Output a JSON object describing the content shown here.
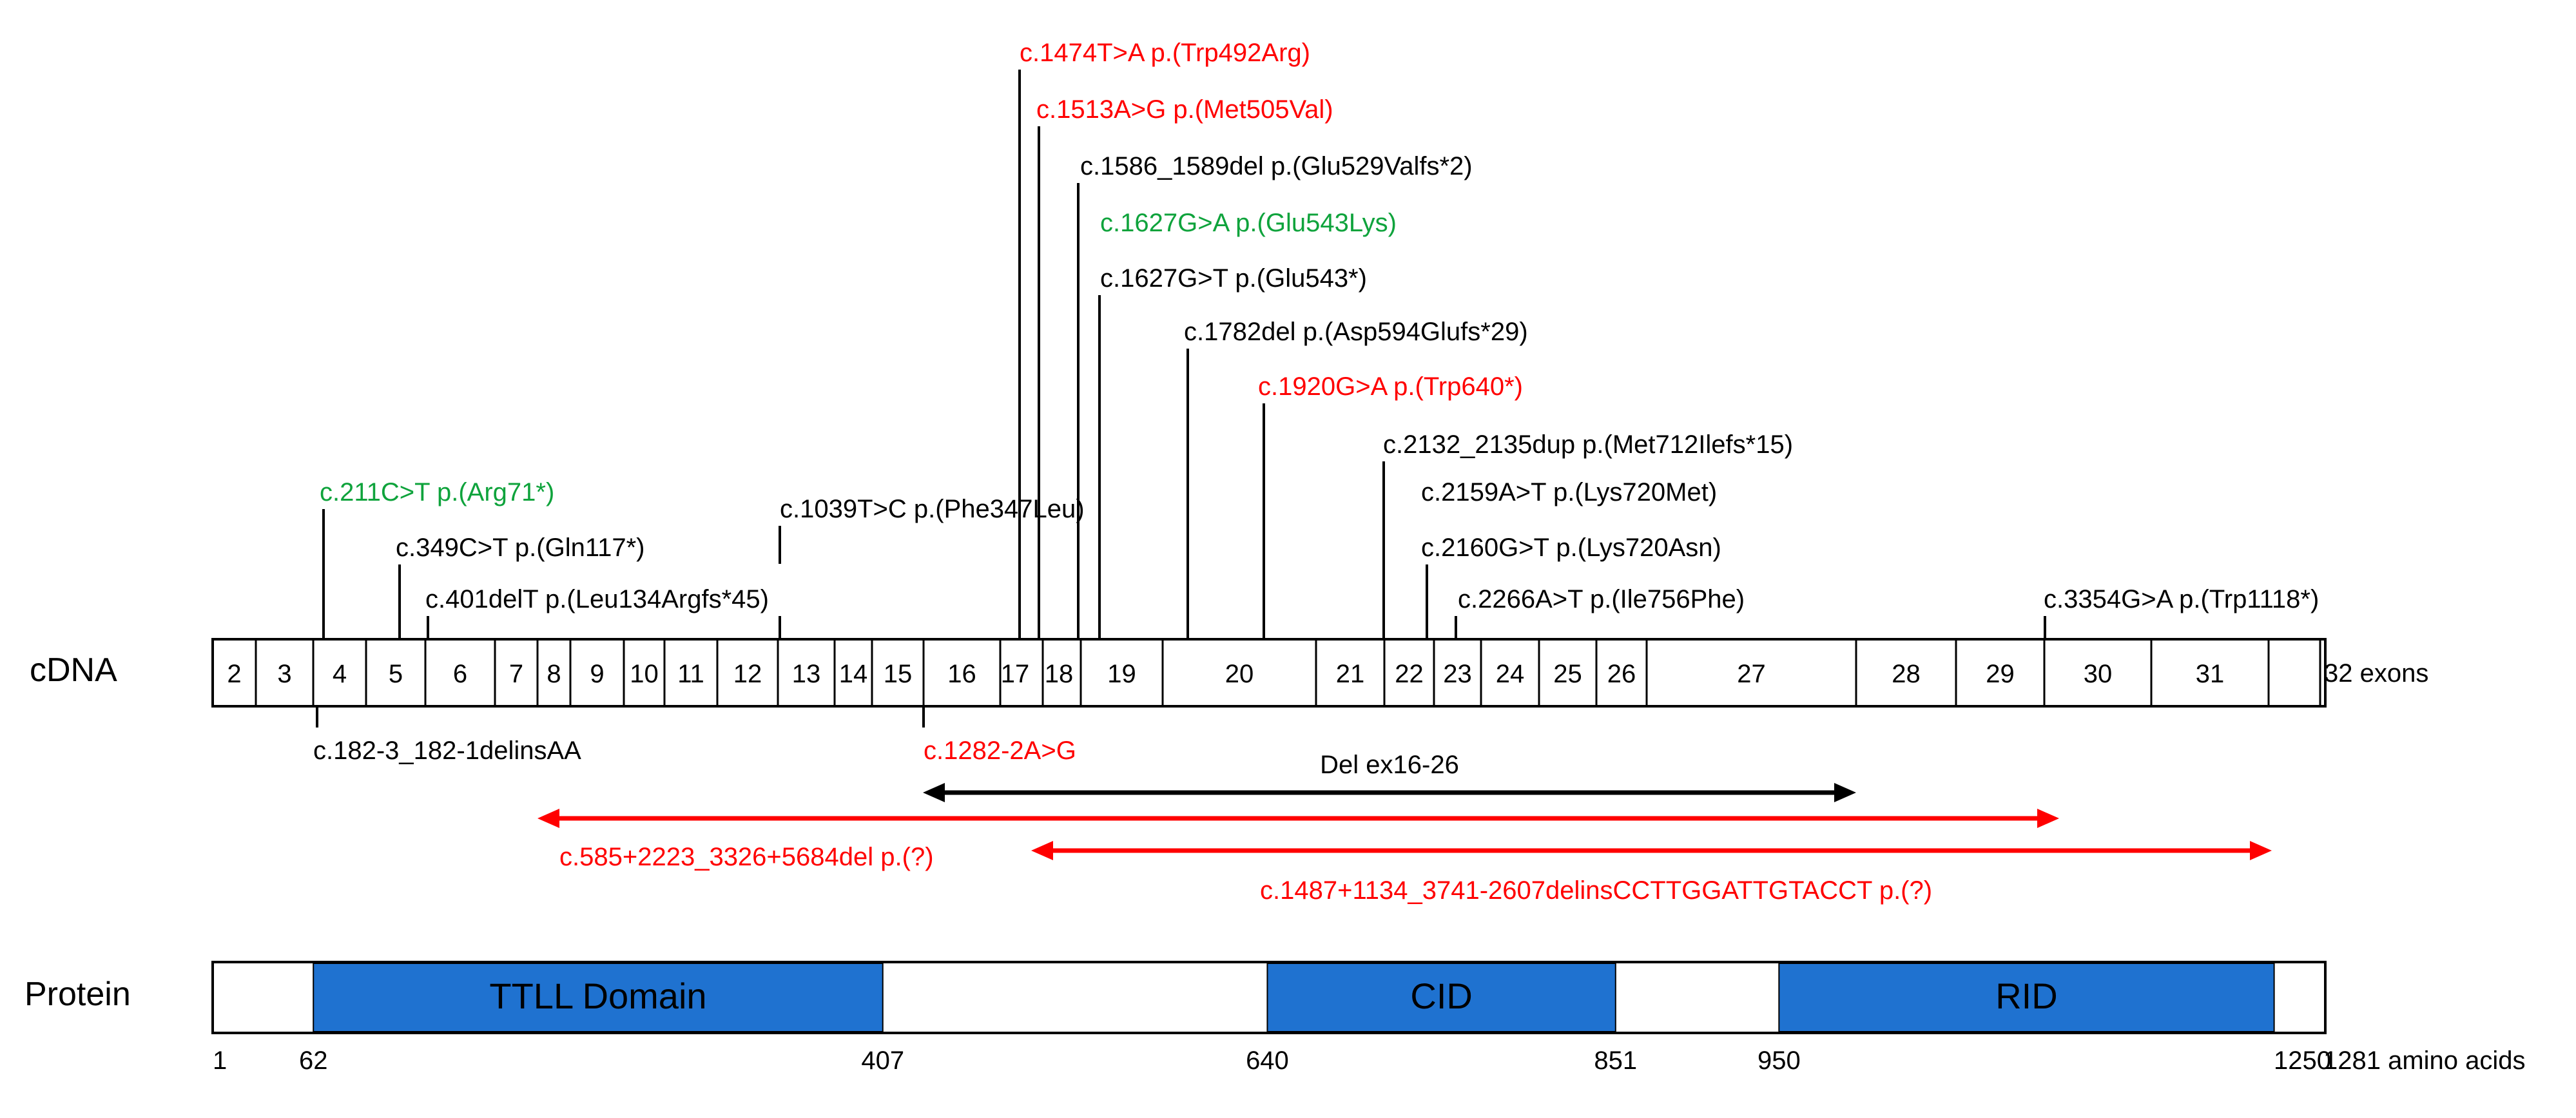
{
  "labels": {
    "cdna": "cDNA",
    "protein": "Protein",
    "exons_unit": "32 exons",
    "amino_acids_unit": "1281 amino acids"
  },
  "colors": {
    "black": "#000000",
    "red": "#ff0000",
    "green": "#0fa33c",
    "domain_blue": "#1f72d0"
  },
  "exons": [
    "2",
    "3",
    "4",
    "5",
    "6",
    "7",
    "8",
    "9",
    "10",
    "11",
    "12",
    "13",
    "14",
    "15",
    "16",
    "17",
    "18",
    "19",
    "20",
    "21",
    "22",
    "23",
    "24",
    "25",
    "26",
    "27",
    "28",
    "29",
    "30",
    "31"
  ],
  "variants_above": [
    {
      "text": "c.1474T>A p.(Trp492Arg)",
      "color": "red"
    },
    {
      "text": "c.1513A>G p.(Met505Val)",
      "color": "red"
    },
    {
      "text": "c.1586_1589del p.(Glu529Valfs*2)",
      "color": "black"
    },
    {
      "text": "c.1627G>A p.(Glu543Lys)",
      "color": "green"
    },
    {
      "text": "c.1627G>T p.(Glu543*)",
      "color": "black"
    },
    {
      "text": "c.1782del p.(Asp594Glufs*29)",
      "color": "black"
    },
    {
      "text": "c.1920G>A p.(Trp640*)",
      "color": "red"
    },
    {
      "text": "c.2132_2135dup p.(Met712Ilefs*15)",
      "color": "black"
    },
    {
      "text": "c.211C>T p.(Arg71*)",
      "color": "green"
    },
    {
      "text": "c.1039T>C p.(Phe347Leu)",
      "color": "black"
    },
    {
      "text": "c.2159A>T p.(Lys720Met)",
      "color": "black"
    },
    {
      "text": "c.349C>T p.(Gln117*)",
      "color": "black"
    },
    {
      "text": "c.2160G>T p.(Lys720Asn)",
      "color": "black"
    },
    {
      "text": "c.401delT p.(Leu134Argfs*45)",
      "color": "black"
    },
    {
      "text": "c.2266A>T p.(Ile756Phe)",
      "color": "black"
    },
    {
      "text": "c.3354G>A p.(Trp1118*)",
      "color": "black"
    }
  ],
  "variants_below": [
    {
      "text": "c.182-3_182-1delinsAA",
      "color": "black"
    },
    {
      "text": "c.1282-2A>G",
      "color": "red"
    }
  ],
  "deletions": [
    {
      "text": "Del ex16-26",
      "color": "black"
    },
    {
      "text": "c.585+2223_3326+5684del p.(?)",
      "color": "red"
    },
    {
      "text": "c.1487+1134_3741-2607delinsCCTTGGATTGTACCT p.(?)",
      "color": "red"
    }
  ],
  "domains": [
    {
      "name": "TTLL Domain",
      "start": 62,
      "end": 407
    },
    {
      "name": "CID",
      "start": 640,
      "end": 851
    },
    {
      "name": "RID",
      "start": 950,
      "end": 1250
    }
  ],
  "protein_ticks": [
    "1",
    "62",
    "407",
    "640",
    "851",
    "950",
    "1250"
  ]
}
